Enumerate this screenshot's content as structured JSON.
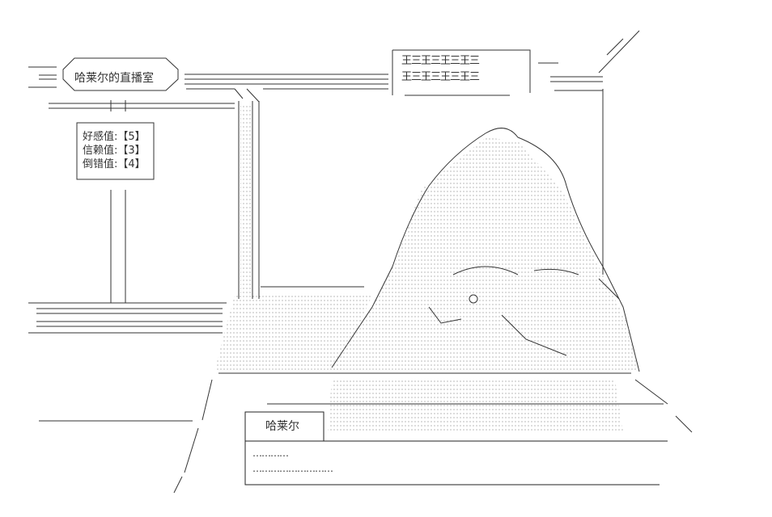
{
  "header": {
    "title": "哈莱尔的直播室",
    "banner_row_1": "王三王三王三王三",
    "banner_row_2": "王三王三王三王三"
  },
  "stats": [
    {
      "label": "好感值:【5】"
    },
    {
      "label": "信赖值:【3】"
    },
    {
      "label": "倒错值:【4】"
    }
  ],
  "dialog": {
    "speaker": "哈莱尔",
    "lines": [
      "…………",
      "………………………"
    ]
  }
}
